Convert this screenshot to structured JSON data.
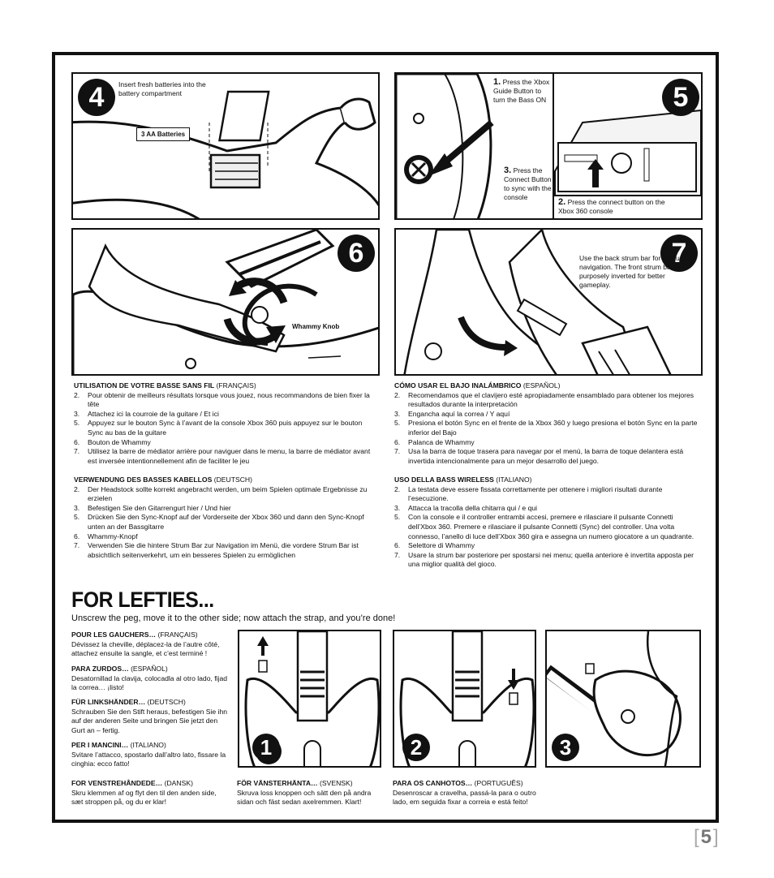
{
  "panels": {
    "p4": {
      "number": "4",
      "caption": "Insert fresh batteries into the battery compartment",
      "label": "3 AA Batteries"
    },
    "p5": {
      "number": "5",
      "step1_num": "1.",
      "step1_text": "Press the Xbox Guide Button to turn the Bass ON",
      "step3_num": "3.",
      "step3_text": "Press the Connect Button to sync with the console",
      "step2_num": "2.",
      "step2_text": "Press the connect button on the Xbox 360 console"
    },
    "p6": {
      "number": "6",
      "label": "Whammy Knob"
    },
    "p7": {
      "number": "7",
      "caption": "Use the back strum bar for menu navigation. The front strum bar is purposely inverted for better gameplay."
    }
  },
  "sections": {
    "fr": {
      "title": "UTILISATION DE VOTRE BASSE SANS FIL",
      "lang": "(FRANÇAIS)",
      "items": [
        {
          "n": "2.",
          "t": "Pour obtenir de meilleurs résultats lorsque vous jouez, nous recommandons de bien fixer la tête"
        },
        {
          "n": "3.",
          "t": "Attachez ici la courroie de la guitare / Et ici"
        },
        {
          "n": "5.",
          "t": "Appuyez sur le bouton Sync à l’avant de la console Xbox 360 puis appuyez sur le bouton Sync au bas de la guitare"
        },
        {
          "n": "6.",
          "t": "Bouton de Whammy"
        },
        {
          "n": "7.",
          "t": "Utilisez la barre de médiator arrière pour naviguer dans le menu, la barre de médiator avant est inversée intentionnellement afin de faciliter le jeu"
        }
      ]
    },
    "de": {
      "title": "VERWENDUNG DES BASSES KABELLOS",
      "lang": "(DEUTSCH)",
      "items": [
        {
          "n": "2.",
          "t": "Der Headstock sollte korrekt angebracht werden, um beim Spielen optimale Ergebnisse zu erzielen"
        },
        {
          "n": "3.",
          "t": "Befestigen Sie den Gitarrengurt hier / Und hier"
        },
        {
          "n": "5.",
          "t": "Drücken Sie den Sync-Knopf auf der Vorderseite der Xbox 360 und dann den Sync-Knopf unten an der Bassgitarre"
        },
        {
          "n": "6.",
          "t": "Whammy-Knopf"
        },
        {
          "n": "7.",
          "t": "Verwenden Sie die hintere Strum Bar zur Navigation im Menü, die vordere Strum Bar ist absichtlich seitenverkehrt, um ein besseres Spielen zu ermöglichen"
        }
      ]
    },
    "es": {
      "title": "CÓMO USAR EL BAJO INALÁMBRICO",
      "lang": "(ESPAÑOL)",
      "items": [
        {
          "n": "2.",
          "t": "Recomendamos que el clavijero esté apropiadamente ensamblado para obtener los mejores resultados durante la interpretación"
        },
        {
          "n": "3.",
          "t": "Engancha aquí la correa / Y aquí"
        },
        {
          "n": "5.",
          "t": "Presiona el botón Sync en el frente de la Xbox 360 y luego presiona el botón Sync en la parte inferior del Bajo"
        },
        {
          "n": "6.",
          "t": "Palanca de Whammy"
        },
        {
          "n": "7.",
          "t": "Usa la barra de toque trasera para navegar por el menú, la barra de toque delantera está invertida intencionalmente para un mejor desarrollo del juego."
        }
      ]
    },
    "it": {
      "title": "USO DELLA BASS WIRELESS",
      "lang": "(ITALIANO)",
      "items": [
        {
          "n": "2.",
          "t": "La testata deve essere fissata correttamente per ottenere i migliori risultati durante l’esecuzione."
        },
        {
          "n": "3.",
          "t": "Attacca la tracolla della chitarra qui / e qui"
        },
        {
          "n": "5.",
          "t": "Con la console e il controller entrambi accesi, premere e rilasciare il pulsante Connetti dell’Xbox 360. Premere e rilasciare il pulsante Connetti (Sync) del controller. Una volta connesso, l’anello di luce dell’Xbox 360 gira e assegna un numero giocatore a un quadrante."
        },
        {
          "n": "6.",
          "t": "Selettore di Whammy"
        },
        {
          "n": "7.",
          "t": "Usare la strum bar posteriore per spostarsi nei menu; quella anteriore è invertita apposta per una miglior qualità del gioco."
        }
      ]
    }
  },
  "lefties": {
    "title": "FOR LEFTIES...",
    "subtitle": "Unscrew the peg, move it to the other side; now attach the strap, and you’re done!",
    "langs": [
      {
        "title": "POUR LES GAUCHERS…",
        "lang": "(FRANÇAIS)",
        "text": "Dévissez la cheville, déplacez-la de l’autre côté, attachez ensuite la sangle, et c’est terminé !"
      },
      {
        "title": "PARA ZURDOS…",
        "lang": "(ESPAÑOL)",
        "text": "Desatornillad la clavija, colocadla al otro lado, fijad la correa… ¡listo!"
      },
      {
        "title": "FÜR LINKSHÄNDER…",
        "lang": "(DEUTSCH)",
        "text": "Schrauben Sie den Stift heraus, befestigen Sie ihn auf der anderen Seite und bringen Sie jetzt den Gurt an – fertig."
      },
      {
        "title": "PER I MANCINI…",
        "lang": "(ITALIANO)",
        "text": "Svitare l’attacco, spostarlo dall’altro lato, fissare la cinghia: ecco fatto!"
      },
      {
        "title": "FOR VENSTREHÅNDEDE…",
        "lang": "(DANSK)",
        "text": "Skru klemmen af og flyt den til den anden side, sæt stroppen på, og du er klar!"
      },
      {
        "title": "FÖR VÄNSTERHÄNTA…",
        "lang": "(SVENSK)",
        "text": "Skruva loss knoppen och sätt den på andra sidan och fäst sedan axelremmen. Klart!"
      },
      {
        "title": "PARA OS CANHOTOS…",
        "lang": "(PORTUGUÊS)",
        "text": "Desenroscar a cravelha, passá-la para o outro lado, em seguida fixar a correia e está feito!"
      }
    ],
    "steps": [
      "1",
      "2",
      "3"
    ]
  },
  "page": {
    "open": "[",
    "number": "5",
    "close": "]"
  }
}
